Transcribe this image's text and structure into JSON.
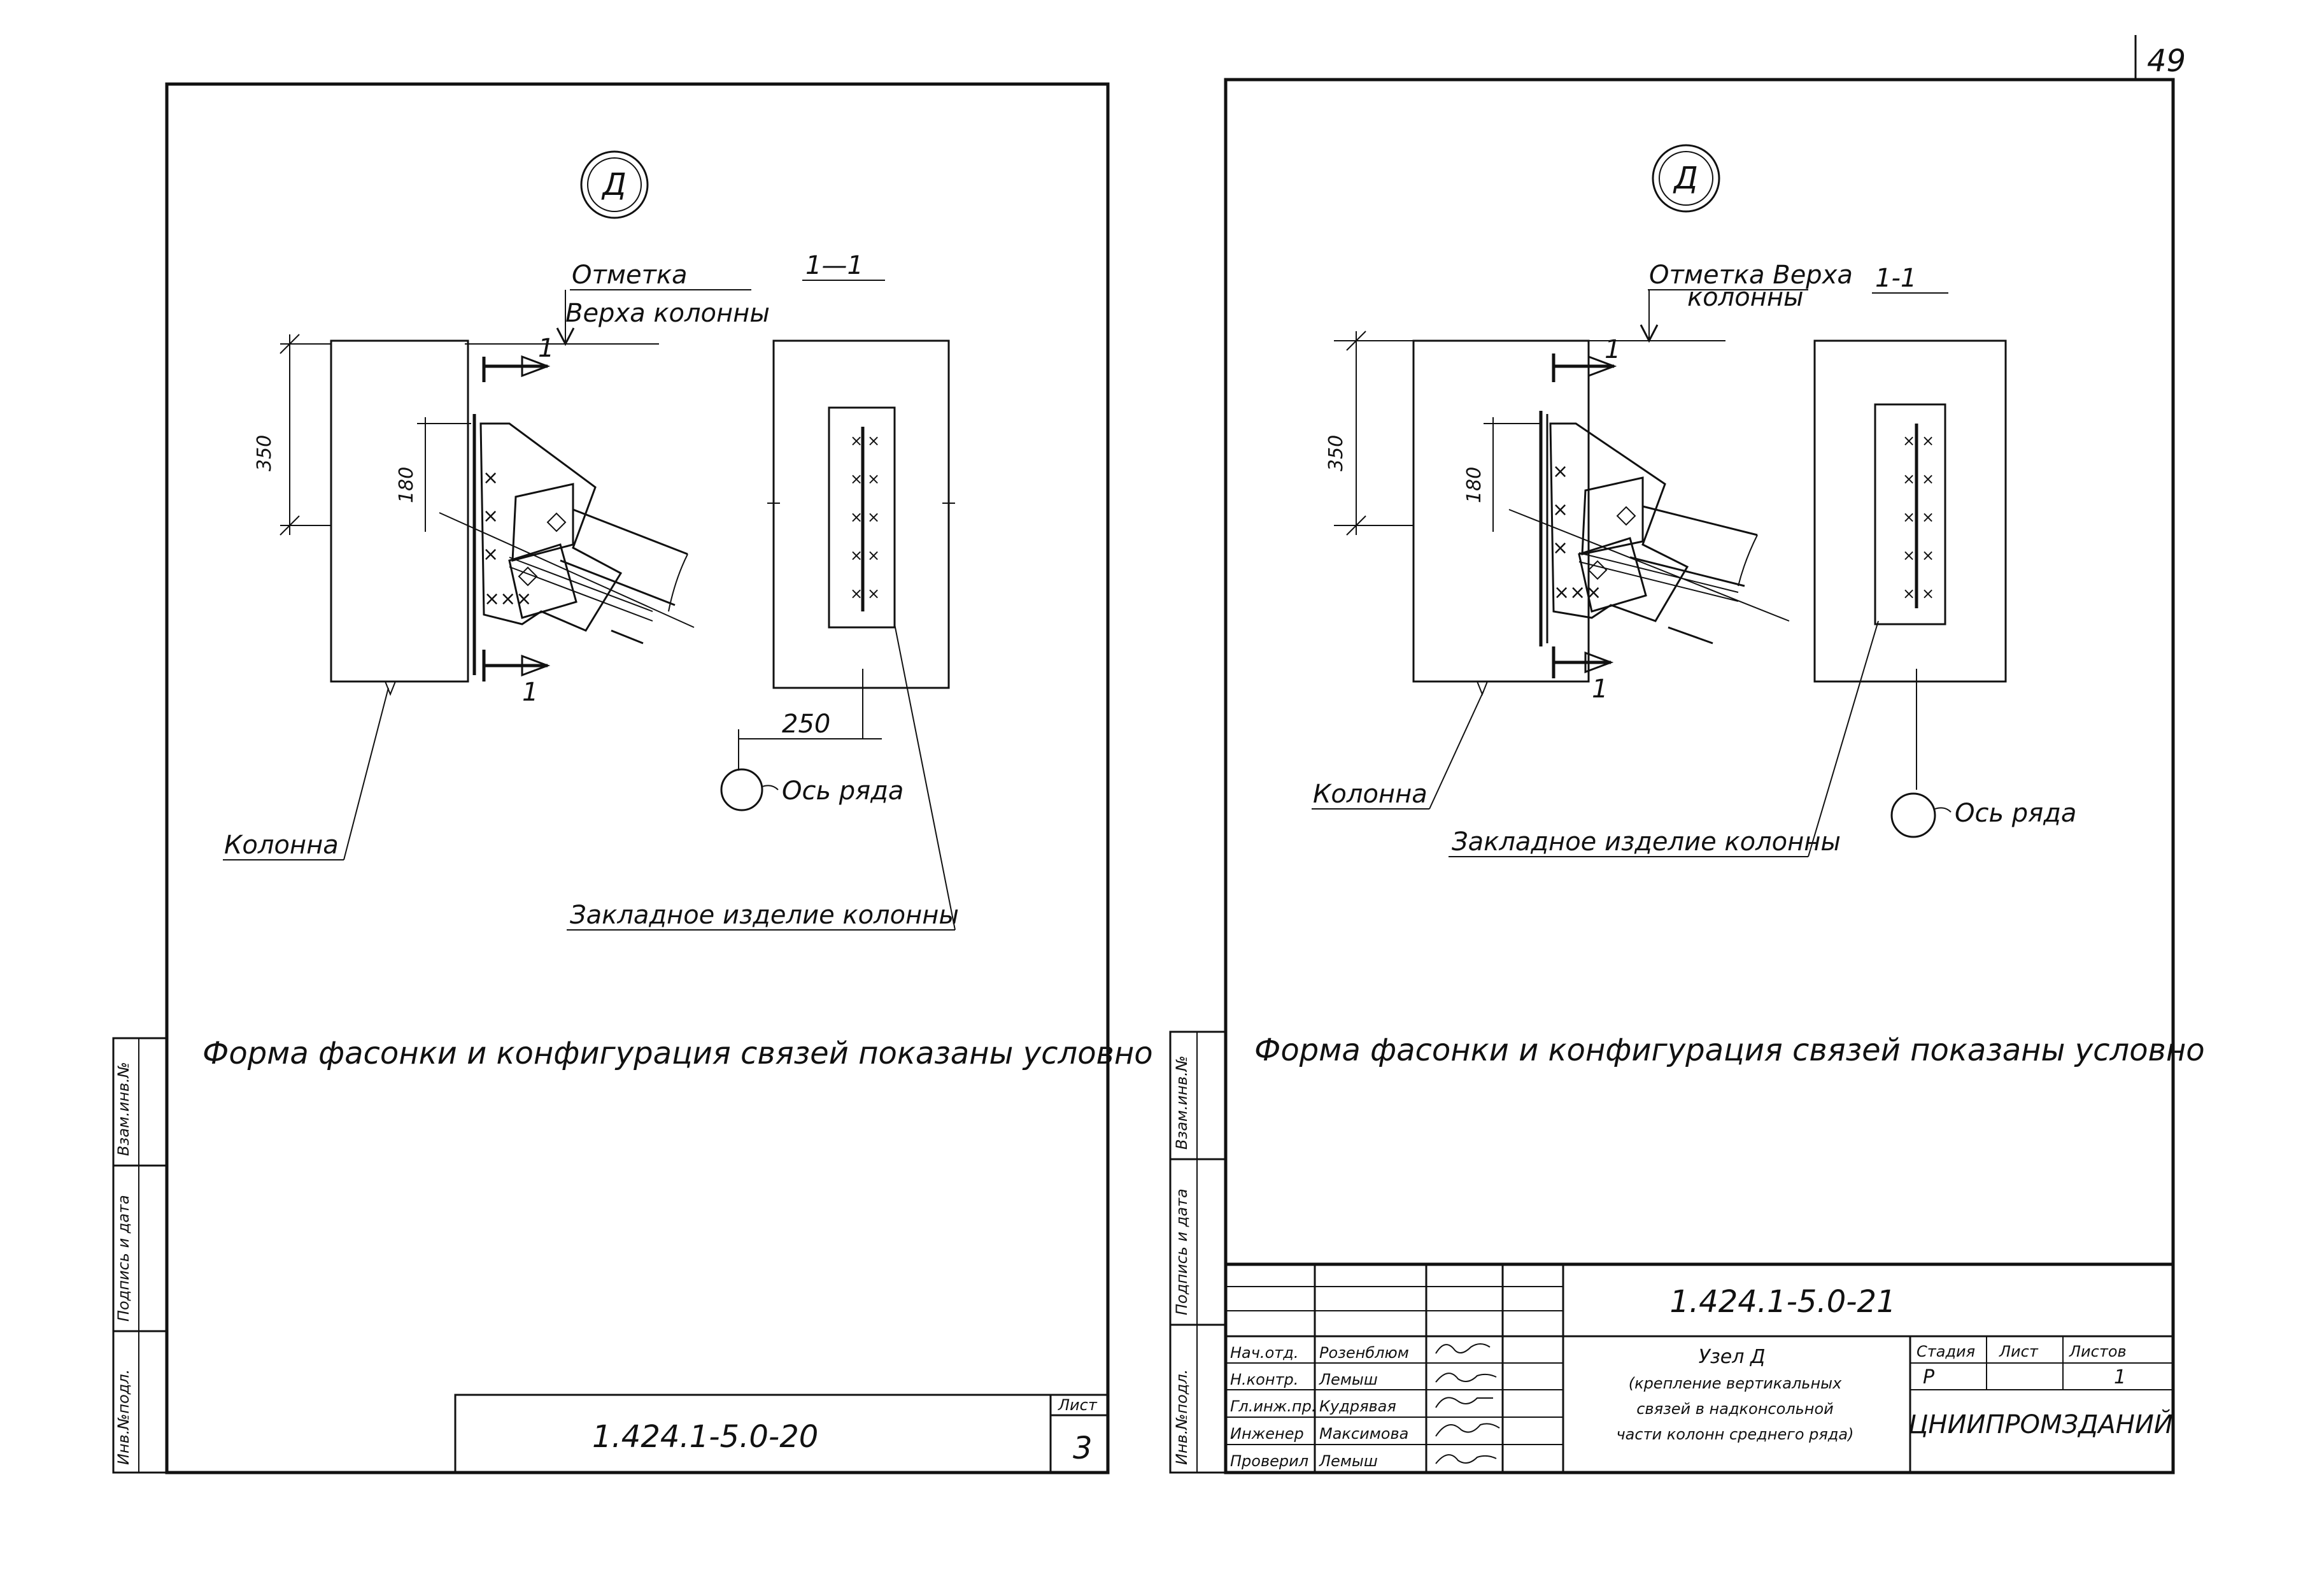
{
  "page_number": "49",
  "left_sheet": {
    "node_label": "Д",
    "top_mark_label_line1": "Отметка",
    "top_mark_label_line2": "Верха колонны",
    "section_label": "1—1",
    "section_cut_number_top": "1",
    "section_cut_number_bottom": "1",
    "dim_350": "350",
    "dim_180": "180",
    "dim_250": "250",
    "column_label": "Колонна",
    "axis_label": "Ось ряда",
    "embedded_label": "Закладное изделие колонны",
    "note": "Форма фасонки и конфигурация связей показаны условно",
    "doc_code": "1.424.1-5.0-20",
    "sheet_header": "Лист",
    "sheet_number": "3",
    "side_stamp": [
      "Инв.№подл.",
      "Подпись и дата",
      "Взам.инв.№"
    ]
  },
  "right_sheet": {
    "node_label": "Д",
    "top_mark_label_line1": "Отметка Верха",
    "top_mark_label_line2": "колонны",
    "section_label": "1-1",
    "section_cut_number_top": "1",
    "section_cut_number_bottom": "1",
    "dim_350": "350",
    "dim_180": "180",
    "column_label": "Колонна",
    "axis_label": "Ось ряда",
    "embedded_label": "Закладное изделие колонны",
    "note": "Форма фасонки и конфигурация связей показаны условно",
    "side_stamp": [
      "Инв.№подл.",
      "Подпись и дата",
      "Взам.инв.№"
    ],
    "title_block": {
      "doc_code": "1.424.1-5.0-21",
      "title_line1": "Узел Д",
      "title_line2": "(крепление вертикальных",
      "title_line3": "связей в надконсольной",
      "title_line4": "части колонн среднего ряда)",
      "header_stage": "Стадия",
      "header_sheet": "Лист",
      "header_sheets": "Листов",
      "stage": "Р",
      "sheets_total": "1",
      "organization": "ЦНИИПРОМЗДАНИЙ",
      "people": [
        {
          "role": "Нач.отд.",
          "name": "Розенблюм"
        },
        {
          "role": "Н.контр.",
          "name": "Лемыш"
        },
        {
          "role": "Гл.инж.пр.",
          "name": "Кудрявая"
        },
        {
          "role": "Инженер",
          "name": "Максимова"
        },
        {
          "role": "Проверил",
          "name": "Лемыш"
        }
      ]
    }
  }
}
